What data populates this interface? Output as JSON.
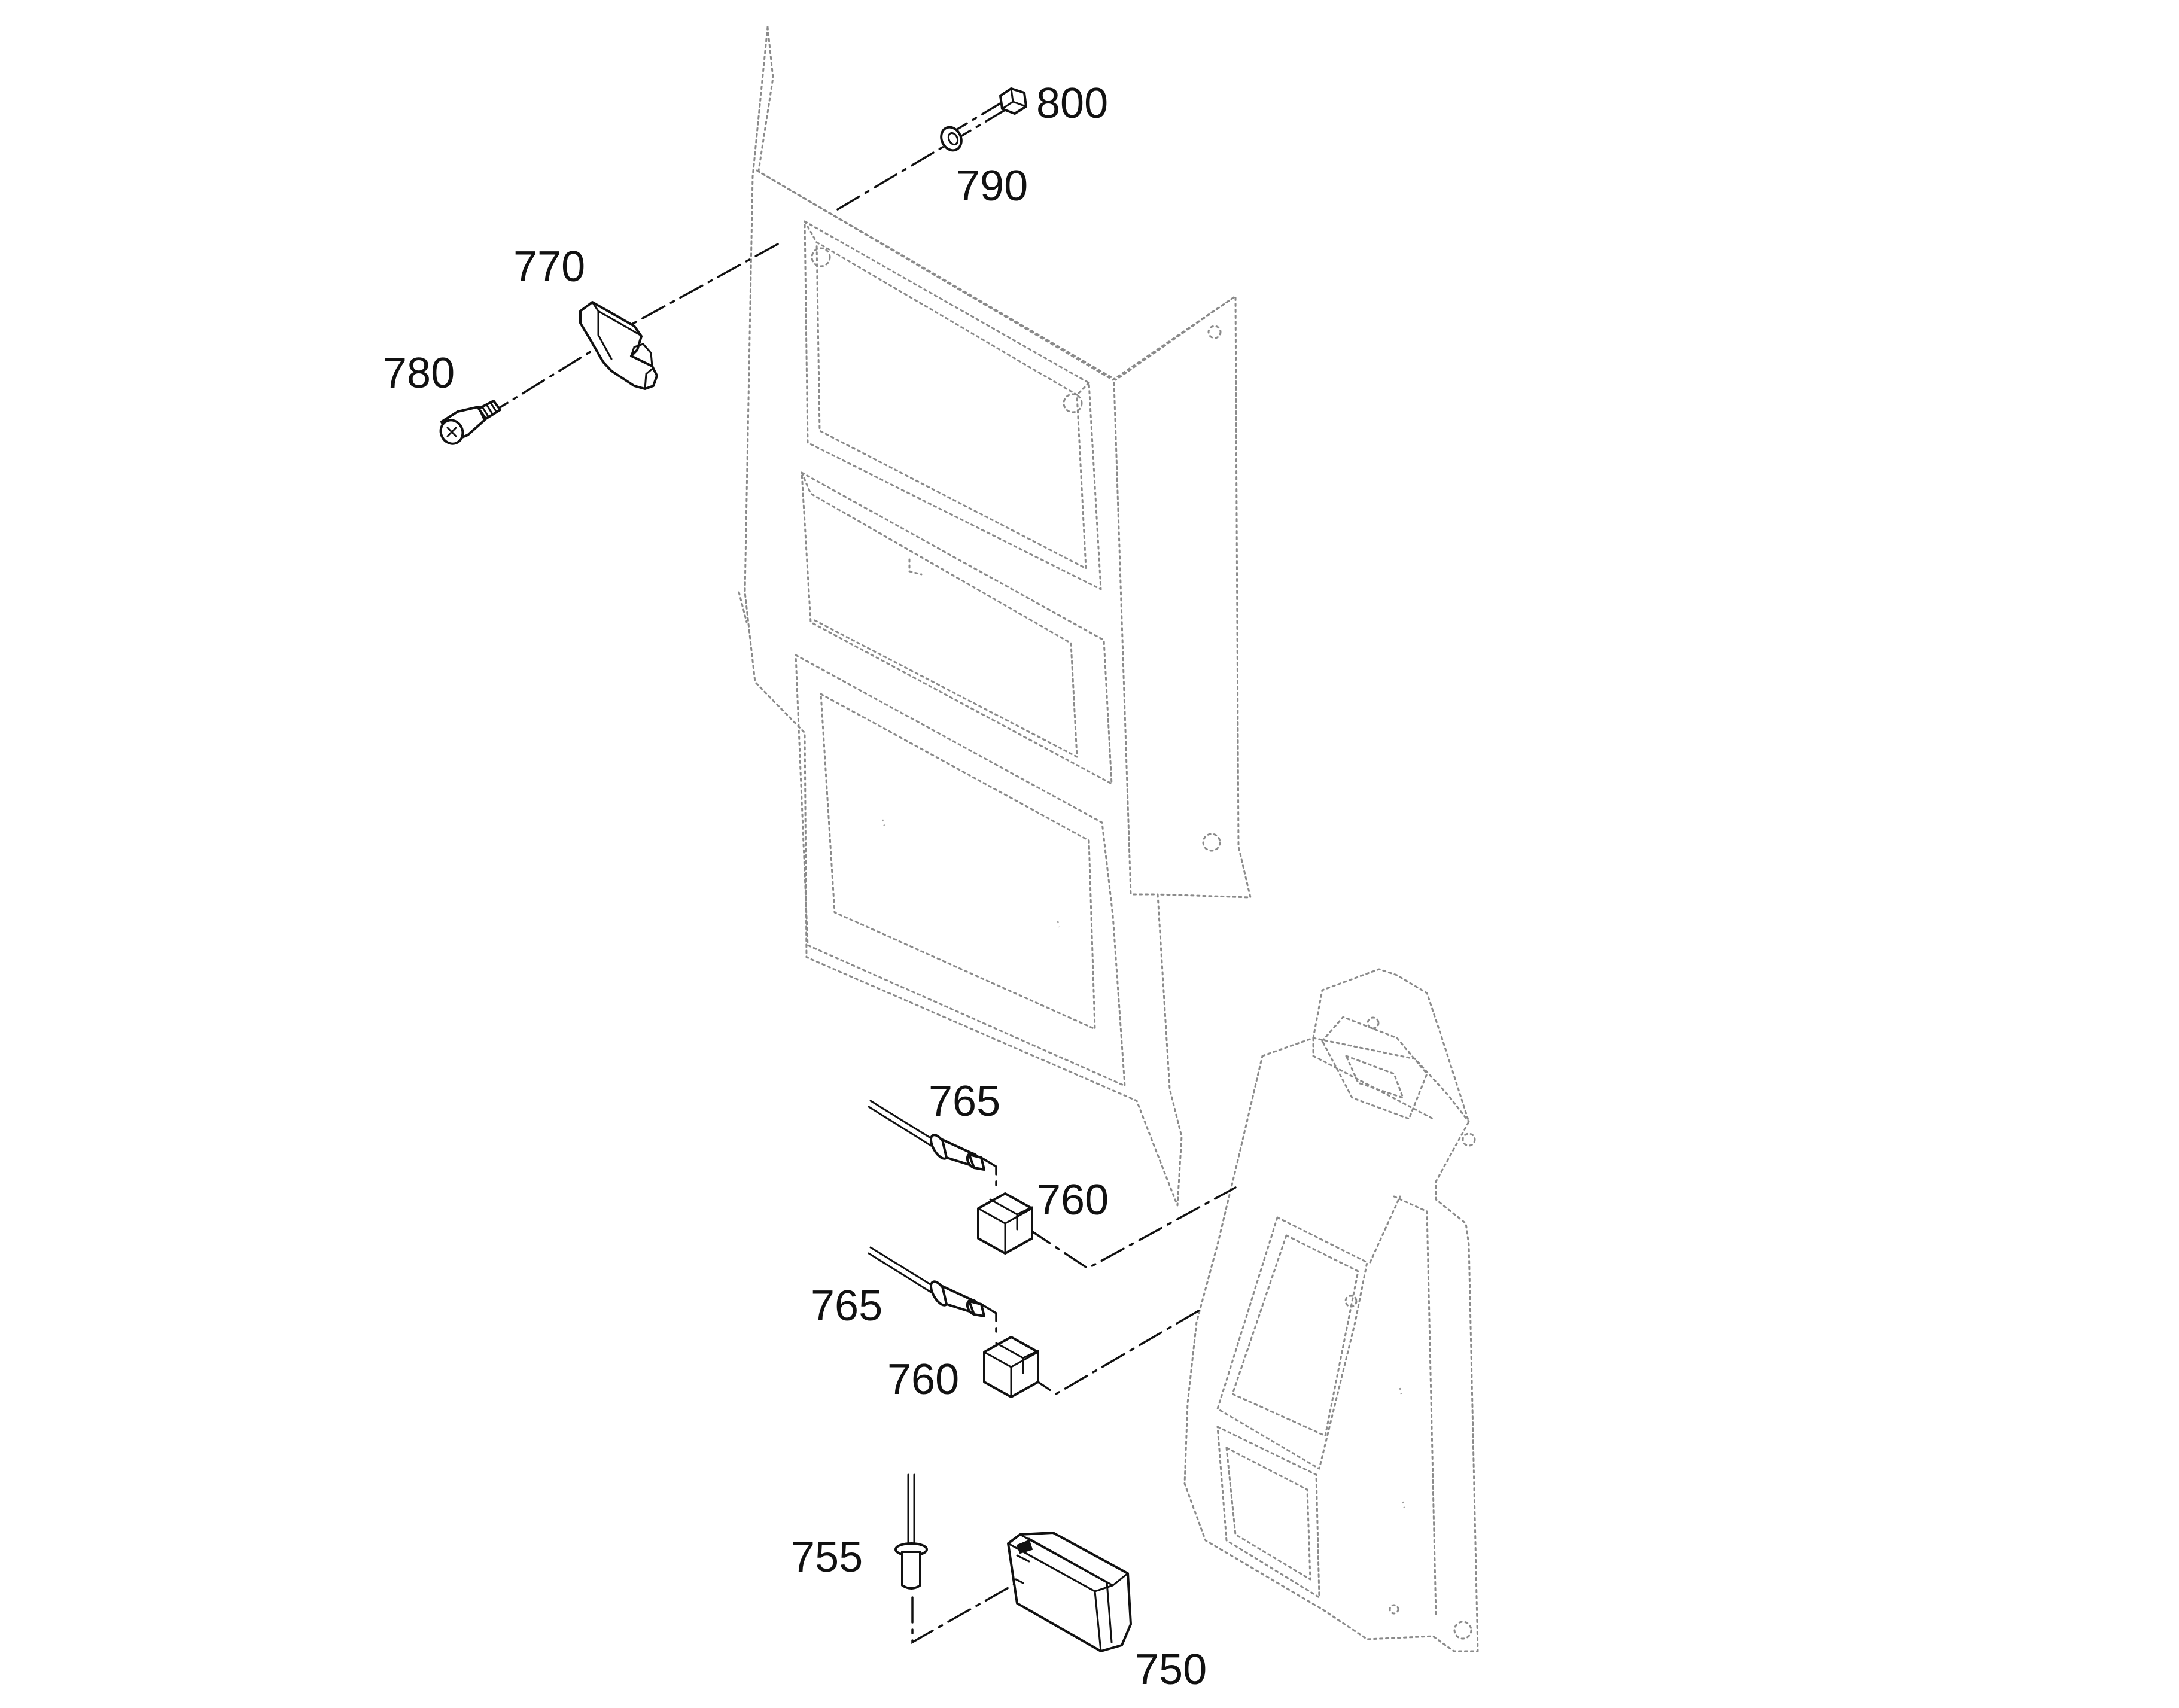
{
  "callouts": {
    "c800": "800",
    "c790": "790",
    "c770": "770",
    "c780": "780",
    "c765_top": "765",
    "c760_top": "760",
    "c765_bottom": "765",
    "c760_bottom": "760",
    "c755": "755",
    "c750": "750"
  },
  "colors": {
    "line": "#111111",
    "ghost_outline": "#8a8a8a",
    "background": "#ffffff"
  }
}
